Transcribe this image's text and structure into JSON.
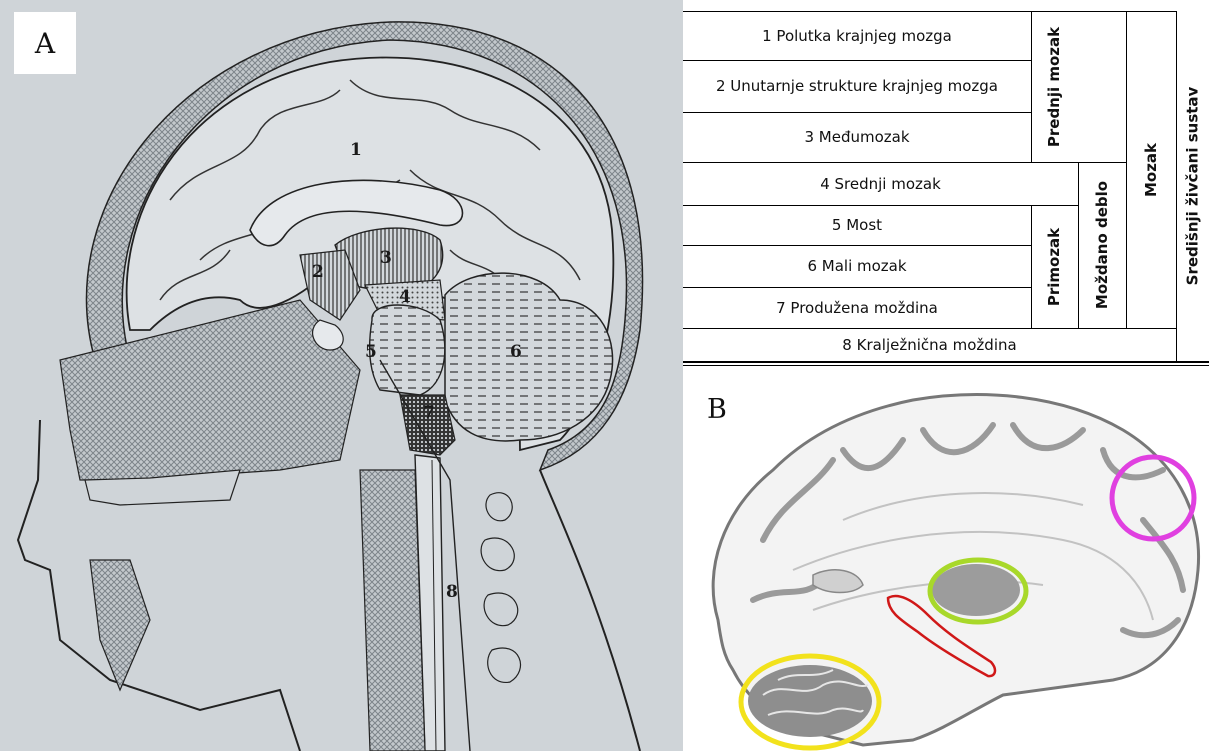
{
  "panel_a": {
    "letter": "A",
    "labels": [
      "1",
      "2",
      "3",
      "4",
      "5",
      "6",
      "7",
      "8"
    ]
  },
  "table": {
    "rows": [
      "1 Polutka krajnjeg mozga",
      "2 Unutarnje strukture krajnjeg mozga",
      "3 Međumozak",
      "4 Srednji mozak",
      "5 Most",
      "6 Mali mozak",
      "7 Produžena moždina",
      "8 Kralježnična moždina"
    ],
    "groups": {
      "prednji": "Prednji mozak",
      "primozak": "Primozak",
      "mozdano": "Moždano deblo",
      "mozak": "Mozak",
      "sredisnji": "Središnji živčani sustav"
    }
  },
  "panel_b": {
    "letter": "B",
    "highlight_colors": {
      "magenta": "#e040e0",
      "green": "#a8d82a",
      "red": "#d01818",
      "yellow": "#f2e21c"
    }
  }
}
